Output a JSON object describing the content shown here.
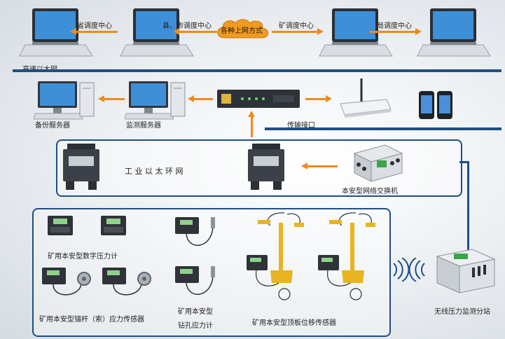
{
  "top": {
    "provincial_center": "省调度中心",
    "county_city_center": "县、市调度中心",
    "network_cloud": "各种上网方式",
    "mine_center": "矿调度中心",
    "bureau_center": "局调度中心",
    "ethernet_label": "高速以太网"
  },
  "servers": {
    "backup": "备份服务器",
    "monitor": "监测服务器",
    "transmission": "传输接口"
  },
  "ring": {
    "ring_label": "工 业 以 太 环 网",
    "switch_label": "本安型网络交换机"
  },
  "sensors": {
    "digital_gauge": "矿用本安型数字压力计",
    "anchor_sensor": "矿用本安型锚杆（索）应力传感器",
    "drill_line1": "矿用本安型",
    "drill_line2": "钻孔应力计",
    "roof_sensor": "矿用本安型顶板位移传感器"
  },
  "wireless": {
    "station_label": "无线压力监测分站"
  },
  "colors": {
    "line_blue": "#1d4f86",
    "arrow_orange": "#ef8a1d",
    "sensor_yellow": "#e8b420"
  }
}
